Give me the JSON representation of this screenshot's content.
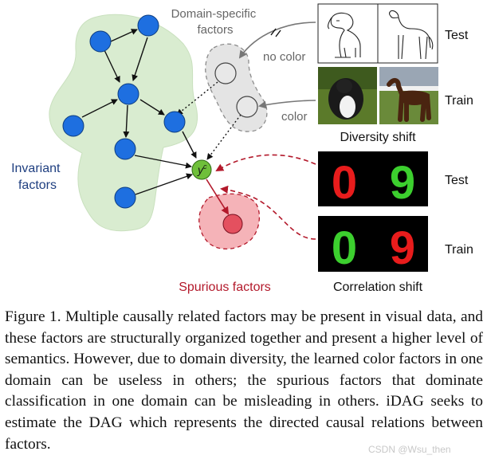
{
  "labels": {
    "domain_specific": [
      "Domain-specific",
      "factors"
    ],
    "no_color": "no color",
    "color": "color",
    "invariant": [
      "Invariant",
      "factors"
    ],
    "node_y": "y",
    "node_y_sup": "c",
    "spurious": "Spurious factors",
    "test_top": "Test",
    "train_top": "Train",
    "diversity_shift": "Diversity shift",
    "test_bottom": "Test",
    "train_bottom": "Train",
    "correlation_shift": "Correlation shift"
  },
  "digits": {
    "test": [
      "0",
      "9"
    ],
    "train": [
      "0",
      "9"
    ]
  },
  "caption": "Figure 1. Multiple causally related factors may be present in visual data, and these factors are structurally organized together and present a higher level of semantics. However, due to domain diversity, the learned color factors in one domain can be useless in others; the spurious factors that dominate classification in one domain can be misleading in others. iDAG seeks to estimate the DAG which represents the directed causal relations between factors.",
  "watermark": "CSDN @Wsu_then",
  "colors": {
    "invariant_region": "#d9ecd0",
    "invariant_node": "#1e6fe0",
    "domain_region": "#e4e4e4",
    "y_node": "#6fbf3a",
    "spurious_region": "#f5b3b8",
    "spurious_node": "#e4505f",
    "spurious_text": "#b3192b",
    "invariant_text": "#1f3f80",
    "dashed_red": "#b3192b",
    "digit_red": "#e81c1c",
    "digit_green": "#3ccf2e"
  }
}
